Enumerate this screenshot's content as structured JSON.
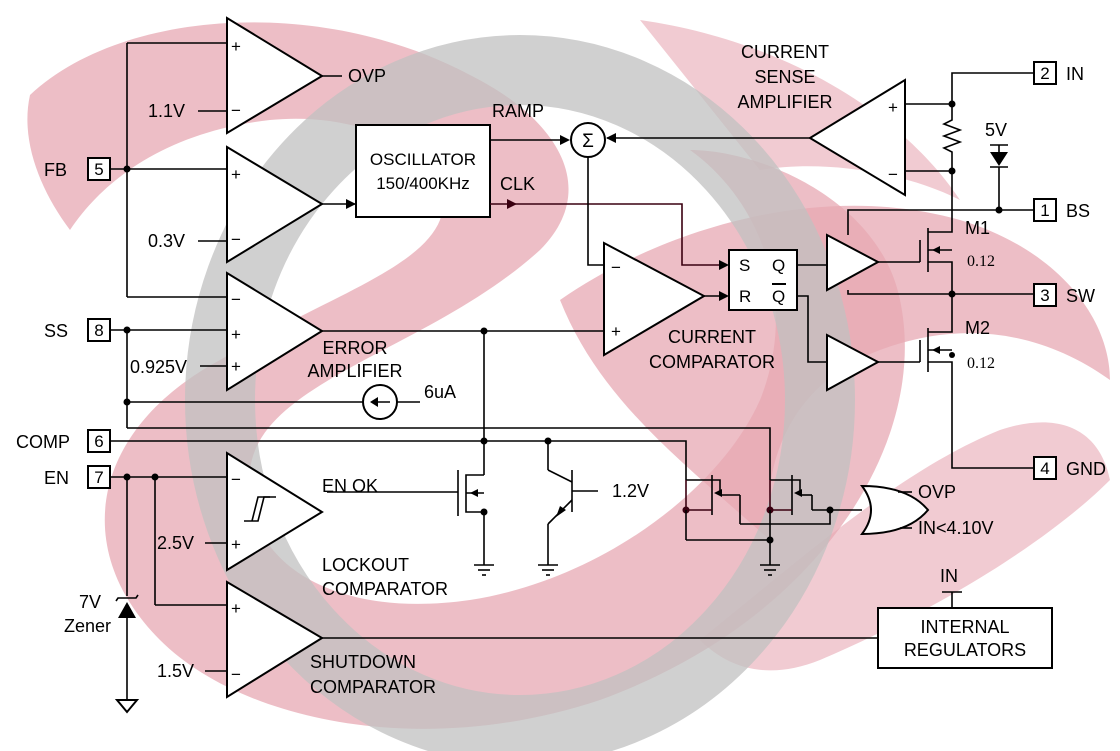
{
  "pins": [
    {
      "num": "2",
      "name": "IN"
    },
    {
      "num": "1",
      "name": "BS"
    },
    {
      "num": "3",
      "name": "SW"
    },
    {
      "num": "4",
      "name": "GND"
    },
    {
      "num": "5",
      "name": "FB"
    },
    {
      "num": "8",
      "name": "SS"
    },
    {
      "num": "6",
      "name": "COMP"
    },
    {
      "num": "7",
      "name": "EN"
    }
  ],
  "labels": {
    "ovp_out": "OVP",
    "v_1_1": "1.1V",
    "v_0_3": "0.3V",
    "v_0_925": "0.925V",
    "v_2_5": "2.5V",
    "v_1_5": "1.5V",
    "v_5": "5V",
    "v_1_2": "1.2V",
    "i_6ua": "6uA",
    "ramp": "RAMP",
    "clk": "CLK",
    "osc_line1": "OSCILLATOR",
    "osc_line2": "150/400KHz",
    "csa_line1": "CURRENT",
    "csa_line2": "SENSE",
    "csa_line3": "AMPLIFIER",
    "err_line1": "ERROR",
    "err_line2": "AMPLIFIER",
    "cc_line1": "CURRENT",
    "cc_line2": "COMPARATOR",
    "lock_line1": "LOCKOUT",
    "lock_line2": "COMPARATOR",
    "shut_line1": "SHUTDOWN",
    "shut_line2": "COMPARATOR",
    "en_ok": "EN OK",
    "m1": "M1",
    "m2": "M2",
    "r_m1": "0.12",
    "r_m2": "0.12",
    "zener_line1": "7V",
    "zener_line2": "Zener",
    "reg_line1": "INTERNAL",
    "reg_line2": "REGULATORS",
    "reg_in": "IN",
    "or_in1": "OVP",
    "or_in2": "IN<4.10V",
    "ff_s": "S",
    "ff_r": "R",
    "ff_q": "Q",
    "ff_qbar": "Q",
    "plus": "+",
    "minus": "−",
    "sigma": "Σ"
  },
  "colors": {
    "watermark_pink": "#e8a3ad",
    "watermark_gray": "#bdbdbd",
    "wire": "#000000"
  }
}
